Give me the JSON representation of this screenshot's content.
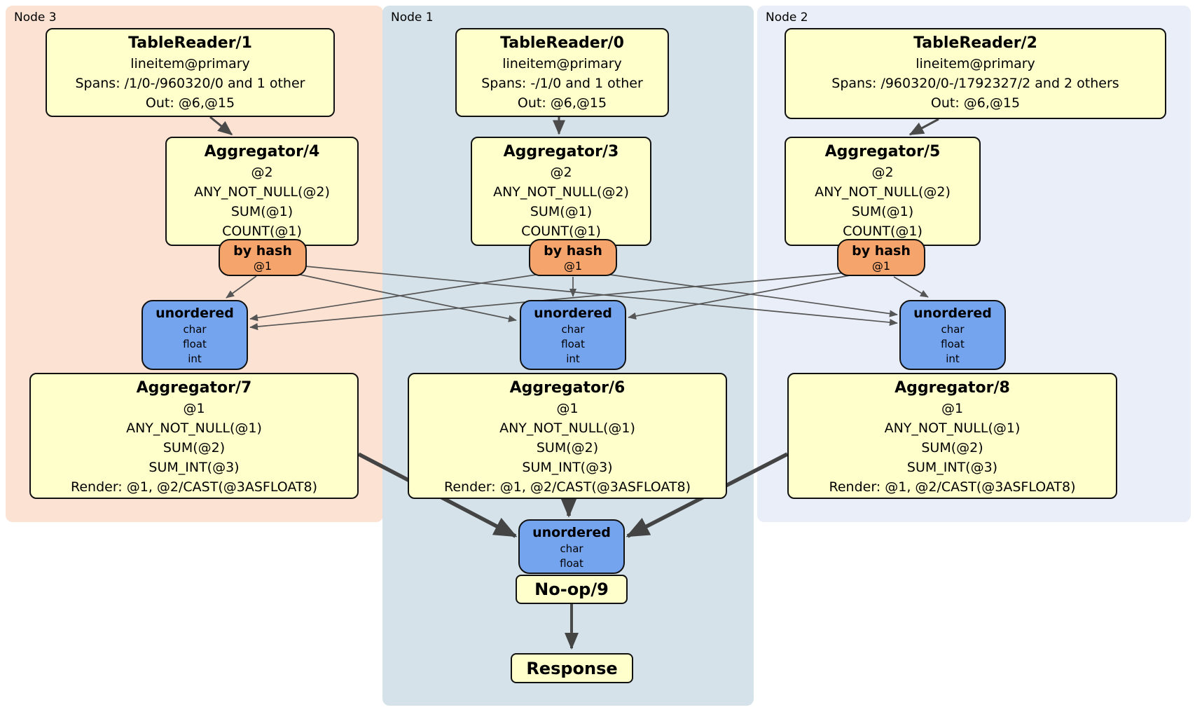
{
  "colors": {
    "node3_panel": "#fce2d2",
    "node1_panel": "#d5e2ea",
    "node2_panel": "#e9eef8",
    "operator_box": "#ffffcc",
    "hash_router": "#f5a56c",
    "unordered_sync": "#75a4ef",
    "edge": "#555555",
    "thick_edge": "#444444"
  },
  "nodes": [
    {
      "label": "Node 3",
      "table_reader": {
        "title": "TableReader/1",
        "l1": "lineitem@primary",
        "l2": "Spans: /1/0-/960320/0 and 1 other",
        "l3": "Out: @6,@15"
      },
      "aggregator_top": {
        "title": "Aggregator/4",
        "l1": "@2",
        "l2": "ANY_NOT_NULL(@2)",
        "l3": "SUM(@1)",
        "l4": "COUNT(@1)"
      },
      "router": {
        "title": "by hash",
        "sub": "@1"
      },
      "sync": {
        "title": "unordered",
        "i1": "char",
        "i2": "float",
        "i3": "int"
      },
      "aggregator_final": {
        "title": "Aggregator/7",
        "l1": "@1",
        "l2": "ANY_NOT_NULL(@1)",
        "l3": "SUM(@2)",
        "l4": "SUM_INT(@3)",
        "l5": "Render: @1, @2/CAST(@3ASFLOAT8)"
      }
    },
    {
      "label": "Node 1",
      "table_reader": {
        "title": "TableReader/0",
        "l1": "lineitem@primary",
        "l2": "Spans: -/1/0 and 1 other",
        "l3": "Out: @6,@15"
      },
      "aggregator_top": {
        "title": "Aggregator/3",
        "l1": "@2",
        "l2": "ANY_NOT_NULL(@2)",
        "l3": "SUM(@1)",
        "l4": "COUNT(@1)"
      },
      "router": {
        "title": "by hash",
        "sub": "@1"
      },
      "sync": {
        "title": "unordered",
        "i1": "char",
        "i2": "float",
        "i3": "int"
      },
      "aggregator_final": {
        "title": "Aggregator/6",
        "l1": "@1",
        "l2": "ANY_NOT_NULL(@1)",
        "l3": "SUM(@2)",
        "l4": "SUM_INT(@3)",
        "l5": "Render: @1, @2/CAST(@3ASFLOAT8)"
      }
    },
    {
      "label": "Node 2",
      "table_reader": {
        "title": "TableReader/2",
        "l1": "lineitem@primary",
        "l2": "Spans: /960320/0-/1792327/2 and 2 others",
        "l3": "Out: @6,@15"
      },
      "aggregator_top": {
        "title": "Aggregator/5",
        "l1": "@2",
        "l2": "ANY_NOT_NULL(@2)",
        "l3": "SUM(@1)",
        "l4": "COUNT(@1)"
      },
      "router": {
        "title": "by hash",
        "sub": "@1"
      },
      "sync": {
        "title": "unordered",
        "i1": "char",
        "i2": "float",
        "i3": "int"
      },
      "aggregator_final": {
        "title": "Aggregator/8",
        "l1": "@1",
        "l2": "ANY_NOT_NULL(@1)",
        "l3": "SUM(@2)",
        "l4": "SUM_INT(@3)",
        "l5": "Render: @1, @2/CAST(@3ASFLOAT8)"
      }
    }
  ],
  "final": {
    "sync": {
      "title": "unordered",
      "i1": "char",
      "i2": "float"
    },
    "noop": {
      "title": "No-op/9"
    },
    "response": {
      "title": "Response"
    }
  }
}
